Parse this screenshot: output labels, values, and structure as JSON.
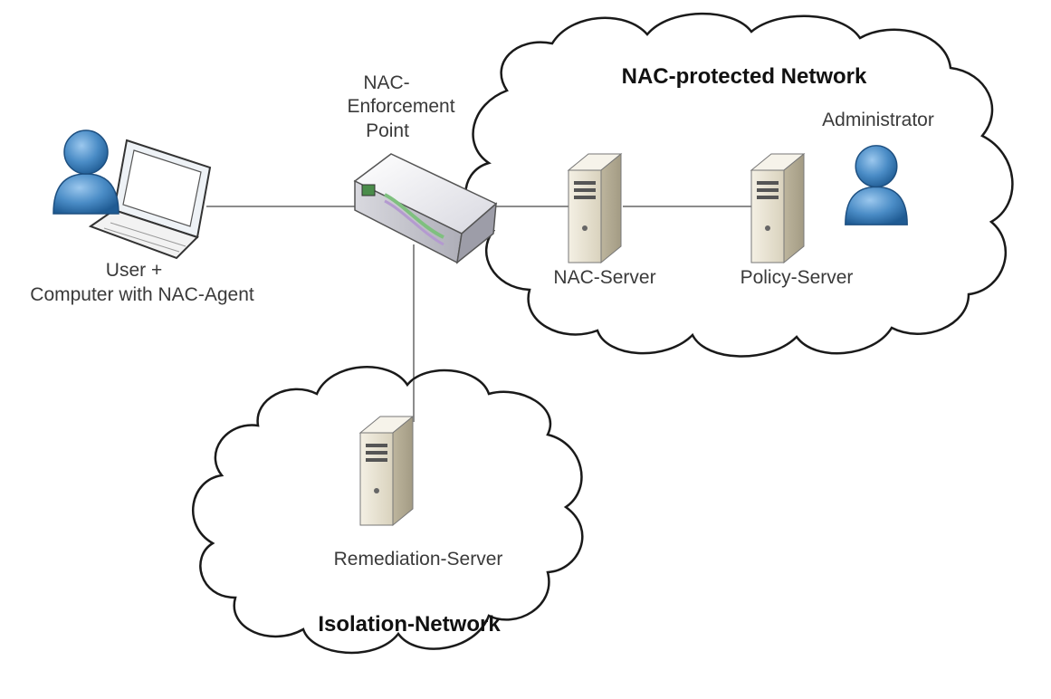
{
  "labels": {
    "nac_network_title": "NAC-protected Network",
    "isolation_network_title": "Isolation-Network",
    "enforcement_point_line1": "NAC-",
    "enforcement_point_line2": "Enforcement",
    "enforcement_point_line3": "Point",
    "user_line1": "User +",
    "user_line2": "Computer with NAC-Agent",
    "nac_server": "NAC-Server",
    "policy_server": "Policy-Server",
    "administrator": "Administrator",
    "remediation_server": "Remediation-Server"
  },
  "icons": {
    "user": "user-icon",
    "laptop": "laptop-icon",
    "switch": "network-switch-icon",
    "server": "server-icon",
    "administrator": "administrator-icon"
  },
  "colors": {
    "person_blue": "#3d7fb8",
    "server_beige": "#e8e2d0",
    "line_gray": "#8c8c8c",
    "cloud_stroke": "#1a1a1a"
  }
}
